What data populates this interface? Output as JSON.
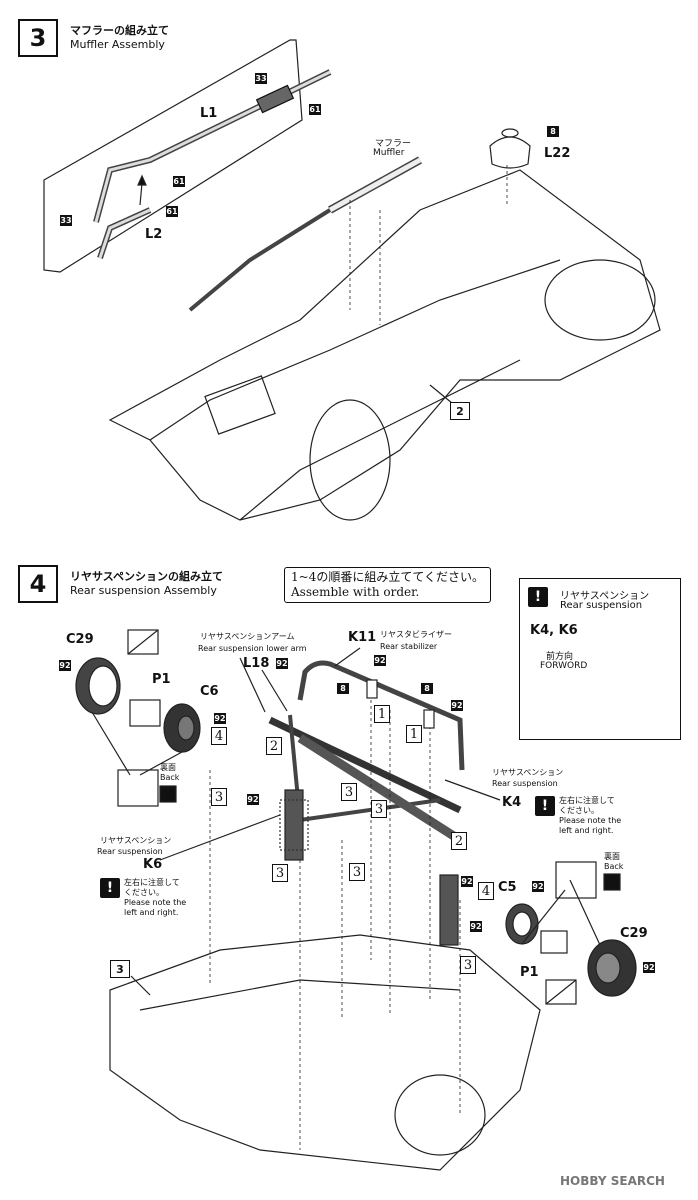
{
  "step3": {
    "number": "3",
    "title_jp": "マフラーの組み立て",
    "title_en": "Muffler Assembly",
    "parts": {
      "l1": "L1",
      "l2": "L2",
      "l22": "L22",
      "badge_33a": "33",
      "badge_61a": "61",
      "badge_61b": "61",
      "badge_61c": "61",
      "badge_33b": "33",
      "badge_8": "8"
    },
    "muffler_jp": "マフラー",
    "muffler_en": "Muffler",
    "ref_box": "2"
  },
  "step4": {
    "number": "4",
    "title_jp": "リヤサスペンションの組み立て",
    "title_en": "Rear suspension Assembly",
    "note_jp": "1~4の順番に組み立ててください。",
    "note_en": "Assemble with order.",
    "lower_arm_jp": "リヤサスペンションアーム",
    "lower_arm_en": "Rear suspension lower arm",
    "stabilizer_jp": "リヤスタビライザー",
    "stabilizer_en": "Rear stabilizer",
    "rear_susp_jp": "リヤサスペンション",
    "rear_susp_en": "Rear suspension",
    "caution_jp": "左右に注意して",
    "caution_jp2": "ください。",
    "caution_en": "Please note the",
    "caution_en2": "left and right.",
    "back_jp": "裏面",
    "back_en": "Back",
    "parts": {
      "c29": "C29",
      "p1": "P1",
      "c6": "C6",
      "l18": "L18",
      "k11": "K11",
      "k4": "K4",
      "k6": "K6",
      "c5": "C5",
      "badge_92": "92",
      "badge_8": "8"
    },
    "seq": {
      "one": "1",
      "two": "2",
      "three": "3",
      "four": "4"
    },
    "ref_box": "3",
    "inset": {
      "title_jp": "リヤサスペンション",
      "title_en": "Rear suspension",
      "parts": "K4, K6",
      "front_jp": "前方向",
      "front_en": "FORWORD"
    }
  },
  "footer": {
    "brand": "HOBBY SEARCH"
  }
}
